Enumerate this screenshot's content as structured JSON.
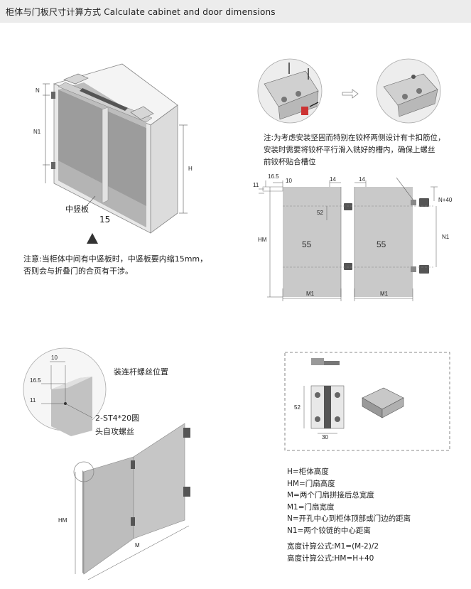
{
  "header": {
    "title": "柜体与门板尺寸计算方式  Calculate cabinet and door dimensions"
  },
  "cabinet": {
    "n_label": "N",
    "n1_label": "N1",
    "h_label": "H",
    "partition_label": "中竖板",
    "inset_value": "15"
  },
  "note_left": {
    "line1": "注意:当柜体中间有中竖板时，中竖板要内缩15mm，",
    "line2": "否则会与折叠门的合页有干涉。"
  },
  "note_right": {
    "line1": "注:为考虑安装坚固而特别在铰杯两侧设计有卡扣筋位，",
    "line2": "安装时需要将铰杯平行滑入铣好的槽内，确保上螺丝",
    "line3": "前铰杯贴合槽位"
  },
  "door_diagram": {
    "dim_16_5": "16.5",
    "dim_10": "10",
    "dim_11": "11",
    "dim_14_left": "14",
    "dim_14_right": "14",
    "dim_52": "52",
    "dim_n40": "N+40",
    "hm_label": "HM",
    "n1_label": "N1",
    "panel_left_value": "55",
    "panel_right_value": "55",
    "m1_left": "M1",
    "m1_right": "M1"
  },
  "detail": {
    "dim_10": "10",
    "dim_16_5": "16.5",
    "dim_11": "11",
    "screw_label_line1": "2-ST4*20圆",
    "screw_label_line2": "头自攻螺丝",
    "rod_label": "装连杆螺丝位置",
    "hm_label": "HM",
    "m_label": "M"
  },
  "hinge": {
    "dim_52": "52",
    "dim_30": "30"
  },
  "legend": {
    "items": [
      "H=柜体高度",
      "HM=门扇高度",
      "M=两个门扇拼接后总宽度",
      "M1=门扇宽度",
      "N=开孔中心到柜体顶部或门边的距离",
      "N1=两个铰链的中心距离"
    ]
  },
  "formula": {
    "width": "宽度计算公式:M1=(M-2)/2",
    "height": "高度计算公式:HM=H+40"
  }
}
